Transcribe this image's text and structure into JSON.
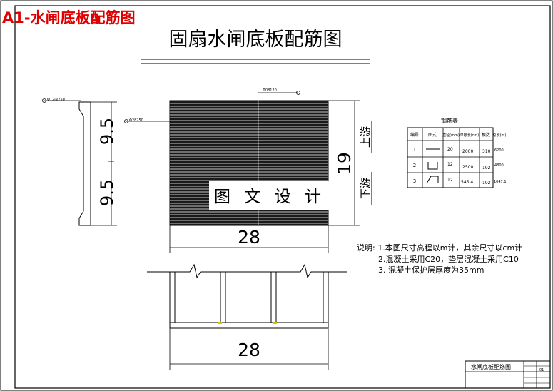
{
  "header": {
    "corner_label": "A1-水闸底板配筋图",
    "title": "固扇水闸底板配筋图"
  },
  "plan": {
    "rebar_top": "Φ08120",
    "rebar_left": "Φ28250",
    "width_dim": "28",
    "height_dim": "19",
    "watermark": "图 文 设 计",
    "upstream": "上游",
    "downstream": "下游"
  },
  "section_left": {
    "rebar_label": "Φ12@250",
    "dim_upper": "9.5",
    "dim_lower": "9.5"
  },
  "rebar_table": {
    "title": "钢筋表",
    "headers": [
      "编号",
      "图式",
      "直径(mm)",
      "单根长(cm)",
      "根数",
      "总长(m)"
    ],
    "rows": [
      {
        "no": "1",
        "dia": "20",
        "len": "2000",
        "count": "310",
        "total": "6200"
      },
      {
        "no": "2",
        "dia": "12",
        "len": "2500",
        "count": "192",
        "total": "4800"
      },
      {
        "no": "3",
        "dia": "12",
        "len": "545.4",
        "count": "192",
        "total": "1047.1"
      }
    ]
  },
  "notes": {
    "line1": "说明: 1.本图尺寸高程以m计，其余尺寸以cm计",
    "line2": "2.混凝土采用C20，垫层混凝土采用C10",
    "line3": "3. 混凝土保护层厚度为35mm"
  },
  "elevation": {
    "width_dim": "28"
  },
  "title_block": {
    "name": "水闸底板配筋图",
    "sheet": "01"
  }
}
